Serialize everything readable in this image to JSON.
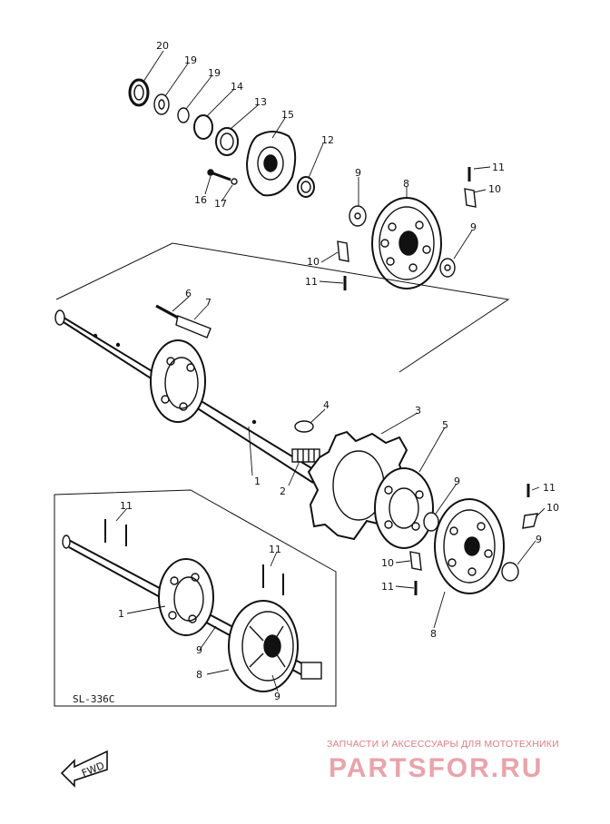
{
  "diagram": {
    "code": "SL-336C",
    "direction_label": "FWD",
    "callouts": {
      "c20": "20",
      "c19a": "19",
      "c19b": "19",
      "c14": "14",
      "c13": "13",
      "c15": "15",
      "c12": "12",
      "c16": "16",
      "c17": "17",
      "c9a": "9",
      "c8a": "8",
      "c11a": "11",
      "c10a": "10",
      "c9b": "9",
      "c10b": "10",
      "c11b": "11",
      "c6": "6",
      "c7": "7",
      "c4": "4",
      "c3": "3",
      "c5": "5",
      "c1": "1",
      "c2": "2",
      "c9c": "9",
      "c11c": "11",
      "c10c": "10",
      "c9d": "9",
      "c10d": "10",
      "c11d": "11",
      "c8b": "8",
      "c11e": "11",
      "c11f": "11",
      "c1b": "1",
      "c9e": "9",
      "c8c": "8",
      "c9f": "9"
    }
  },
  "watermark": {
    "tagline": "ЗАПЧАСТИ И АКСЕССУАРЫ ДЛЯ МОТОТЕХНИКИ",
    "brand": "PARTSFOR.RU"
  }
}
